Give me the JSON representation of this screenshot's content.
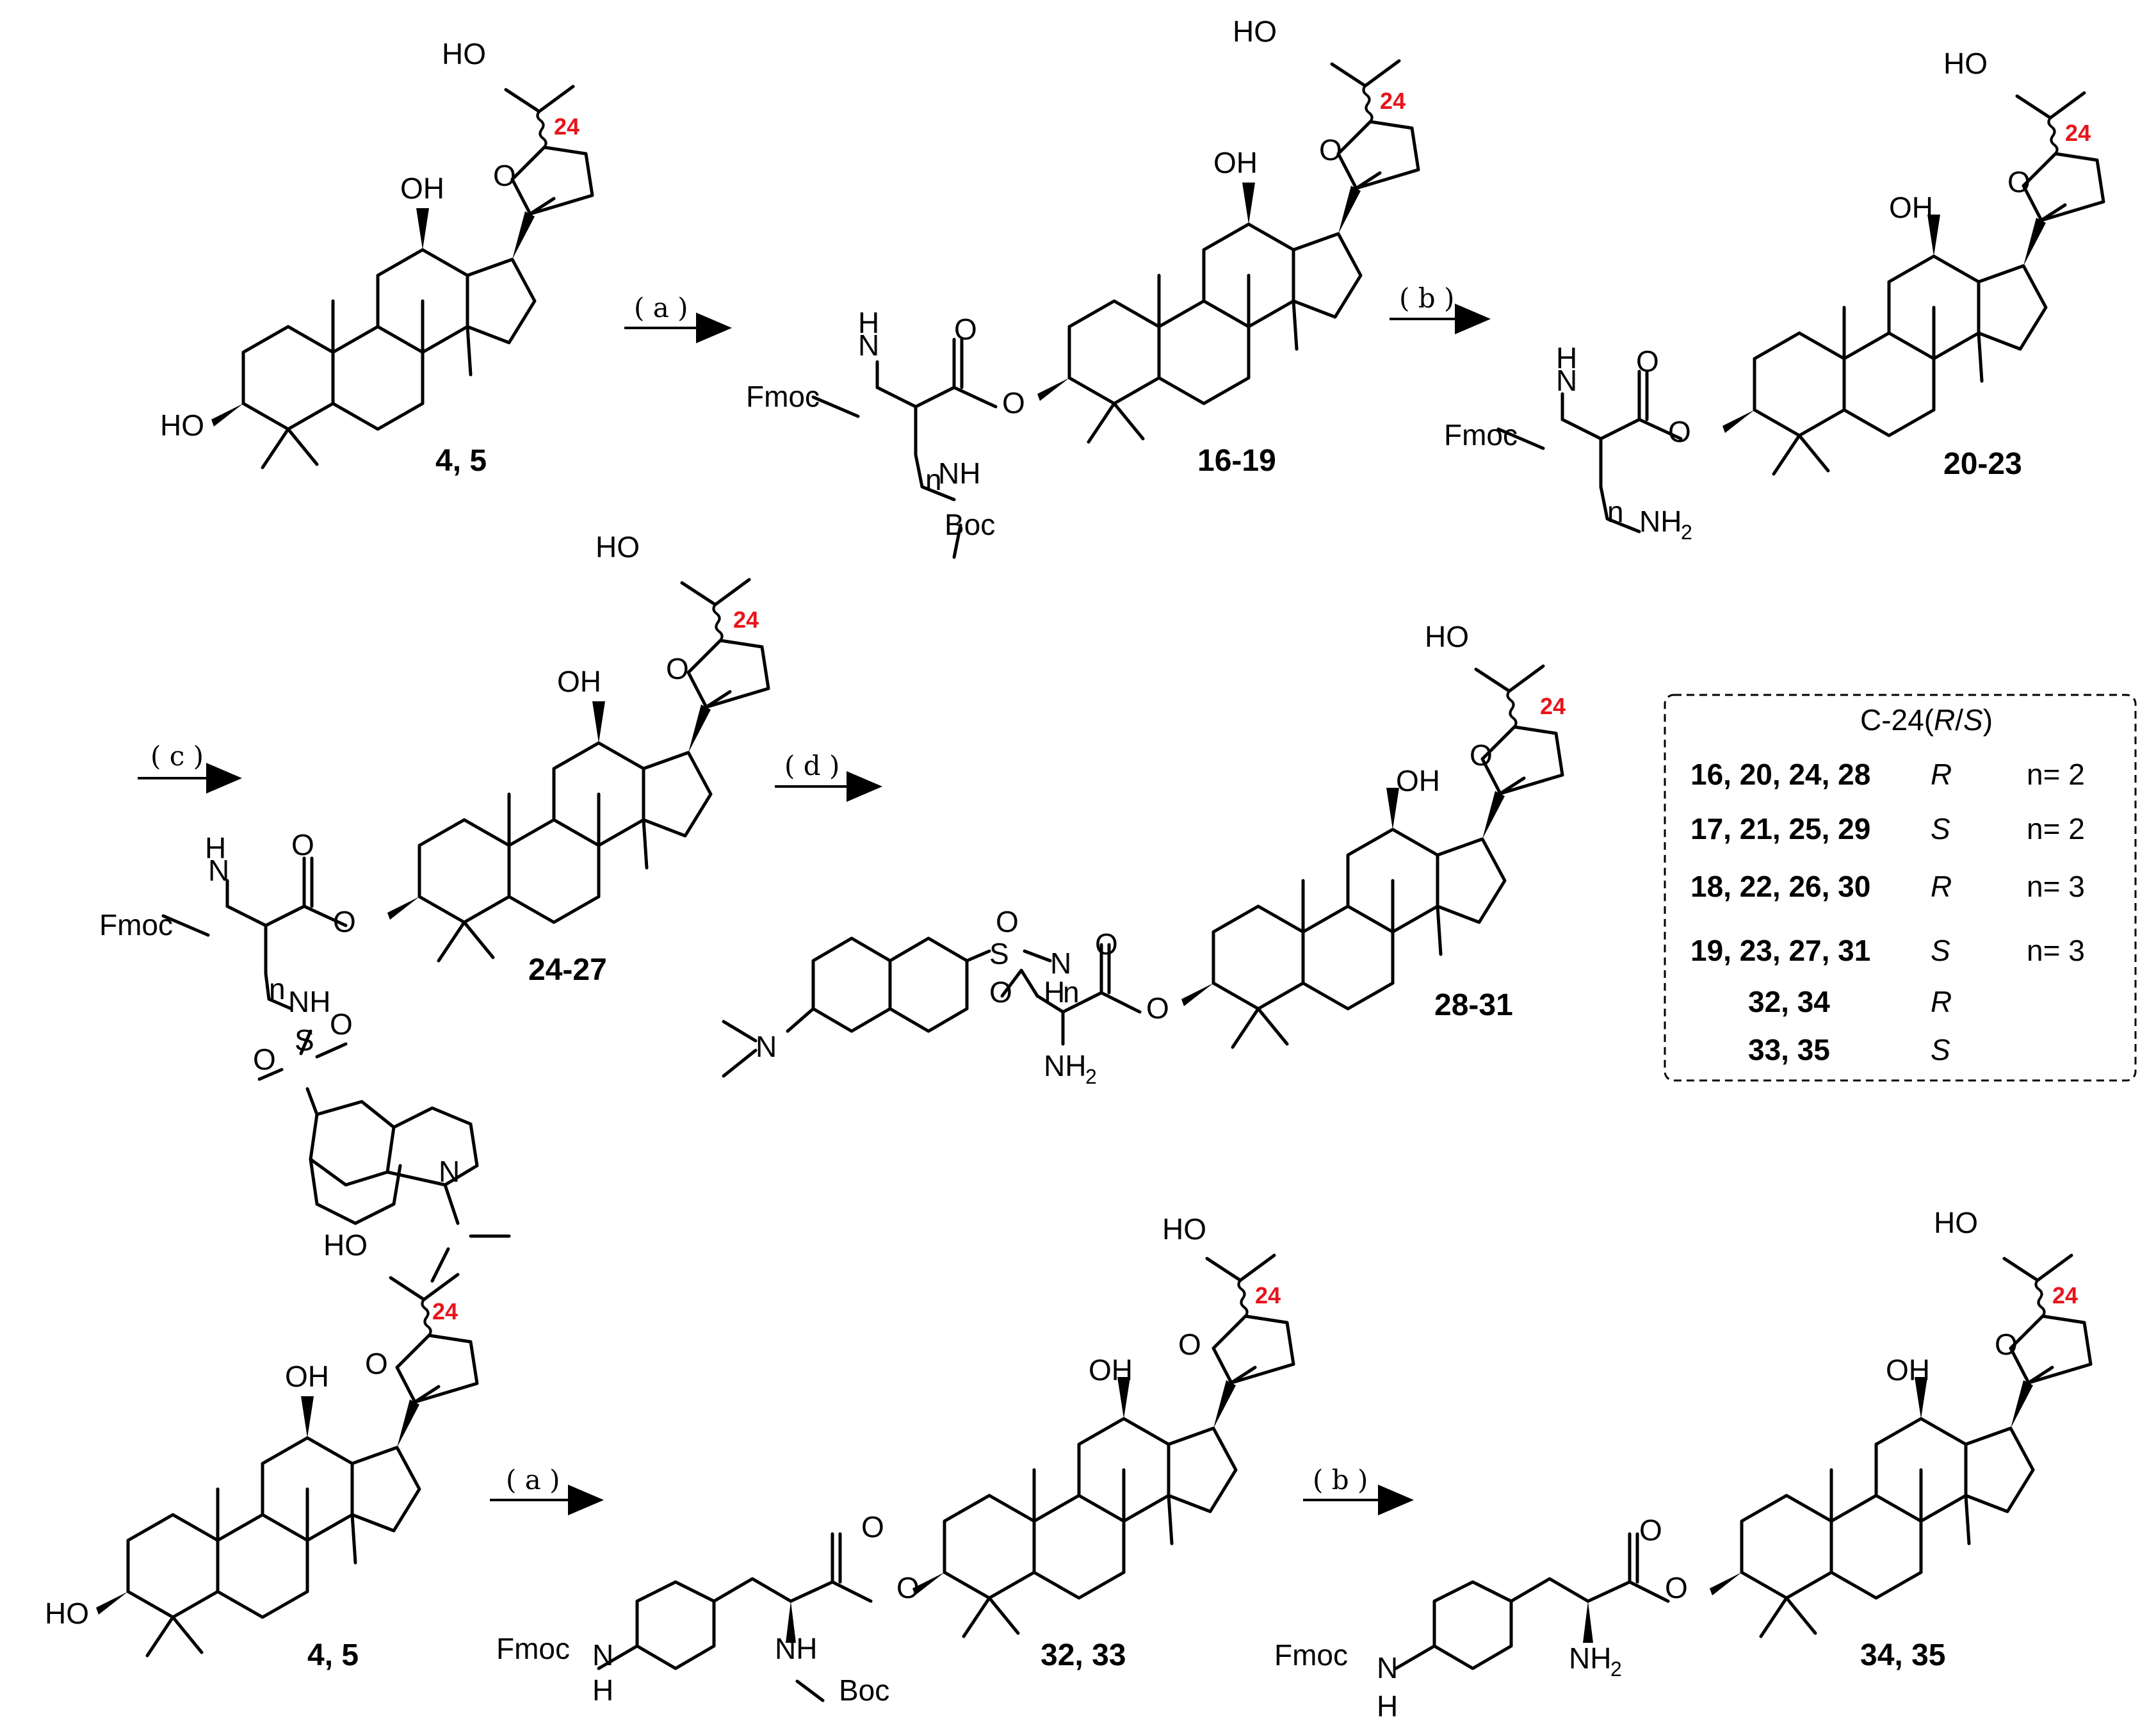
{
  "stereo_label": "24",
  "atoms": {
    "HO": "HO",
    "OH": "OH",
    "O": "O",
    "N": "N",
    "NH": "NH",
    "H": "H",
    "Fmoc": "Fmoc",
    "Boc": "Boc",
    "NH2": "NH",
    "sub2": "2",
    "n": "n",
    "S": "S"
  },
  "conditions": {
    "a": "( a )",
    "b": "( b )",
    "c": "( c )",
    "d": "( d )"
  },
  "compounds": {
    "c45": "4, 5",
    "c1619": "16-19",
    "c2023": "20-23",
    "c2427": "24-27",
    "c2831": "28-31",
    "c3233": "32, 33",
    "c3435": "34, 35"
  },
  "table": {
    "header_prefix": "C-24(",
    "header_R": "R",
    "header_slash": "/",
    "header_S": "S",
    "header_suffix": ")",
    "rows": [
      {
        "compounds": "16, 20, 24, 28",
        "config": "R",
        "n": "n= 2"
      },
      {
        "compounds": "17, 21, 25, 29",
        "config": "S",
        "n": "n= 2"
      },
      {
        "compounds": "18, 22, 26, 30",
        "config": "R",
        "n": "n= 3"
      },
      {
        "compounds": "19, 23, 27, 31",
        "config": "S",
        "n": "n= 3"
      },
      {
        "compounds": "32, 34",
        "config": "R",
        "n": ""
      },
      {
        "compounds": "33, 35",
        "config": "S",
        "n": ""
      }
    ]
  }
}
